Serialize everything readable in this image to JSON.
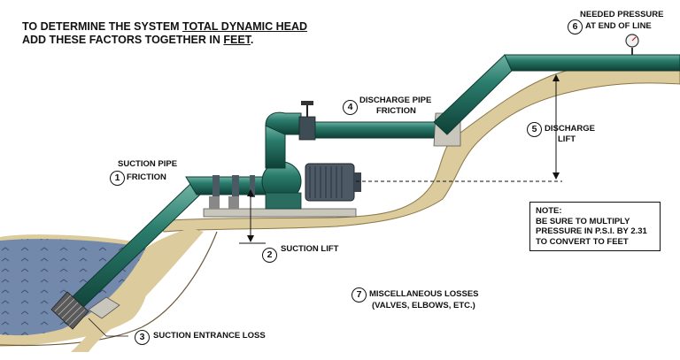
{
  "heading": {
    "line1_pre": "TO DETERMINE THE SYSTEM ",
    "line1_underlined": "TOTAL DYNAMIC HEAD",
    "line2_pre": "ADD THESE FACTORS TOGETHER IN ",
    "line2_underlined": "FEET",
    "line2_post": "."
  },
  "factors": [
    {
      "number": "1",
      "line1": "SUCTION PIPE",
      "line2": "FRICTION"
    },
    {
      "number": "2",
      "line1": "SUCTION LIFT",
      "line2": ""
    },
    {
      "number": "3",
      "line1": "SUCTION ENTRANCE LOSS",
      "line2": ""
    },
    {
      "number": "4",
      "line1": "DISCHARGE PIPE",
      "line2": "FRICTION"
    },
    {
      "number": "5",
      "line1": "DISCHARGE",
      "line2": "LIFT"
    },
    {
      "number": "6",
      "line1": "NEEDED PRESSURE",
      "line2": "AT END OF LINE"
    },
    {
      "number": "7",
      "line1": "MISCELLANEOUS LOSSES",
      "line2": "(VALVES, ELBOWS, ETC.)"
    }
  ],
  "note": {
    "title": "NOTE:",
    "line1": "BE SURE TO MULTIPLY",
    "line2": "PRESSURE IN P.S.I. BY 2.31",
    "line3": "TO CONVERT TO FEET"
  },
  "colors": {
    "pipe": "#1f6b5e",
    "pipe_highlight": "#5fa898",
    "pipe_dark": "#0f3f36",
    "water": "#6f86a8",
    "ground": "#dccb9c",
    "motor": "#4d5a66"
  }
}
